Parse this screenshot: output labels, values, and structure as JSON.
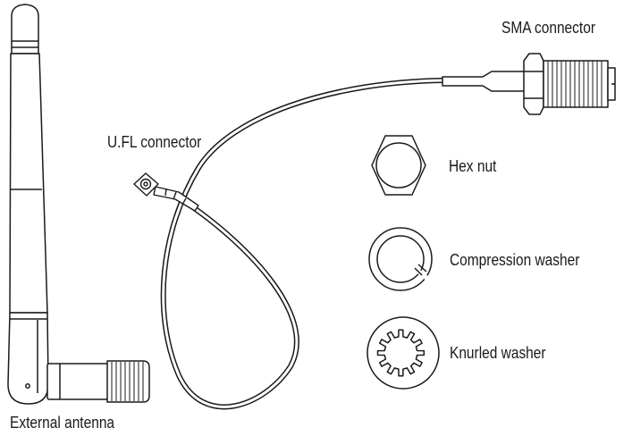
{
  "labels": {
    "sma_connector": "SMA connector",
    "ufl_connector": "U.FL connector",
    "hex_nut": "Hex nut",
    "compression_washer": "Compression washer",
    "knurled_washer": "Knurled washer",
    "external_antenna": "External antenna"
  },
  "colors": {
    "line": "#1a1a1a",
    "fill": "#ffffff"
  }
}
